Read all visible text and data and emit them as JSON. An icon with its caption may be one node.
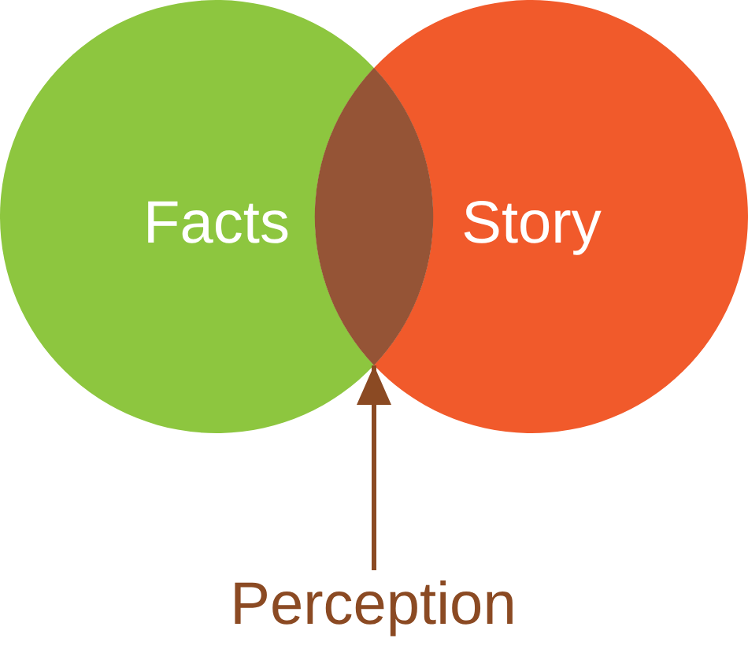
{
  "diagram": {
    "nodes": [
      {
        "text": [
          "Facts"
        ]
      },
      {
        "text": [
          "Story"
        ]
      },
      {
        "text": [],
        "shape": "lens"
      },
      {
        "text": [
          "Perception"
        ]
      }
    ],
    "edges": [
      {
        "from": 3,
        "to": 2,
        "arrow": "to"
      }
    ]
  }
}
